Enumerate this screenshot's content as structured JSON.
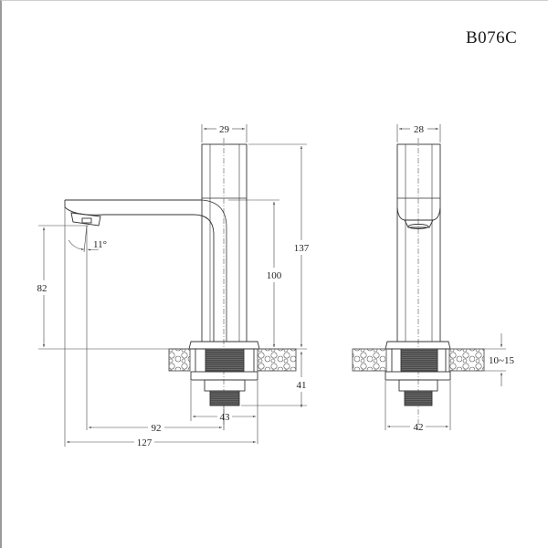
{
  "drawing": {
    "model_code": "B076C",
    "views": [
      "front-elevation",
      "side-elevation"
    ],
    "dimensions": {
      "body_width_front": "29",
      "body_width_side": "28",
      "total_height": "137",
      "spout_height": "100",
      "spout_outlet_height": "82",
      "spray_angle": "11°",
      "shank_length": "41",
      "spout_reach": "92",
      "base_diameter_front": "43",
      "overall_length": "127",
      "base_diameter_side": "42",
      "countertop_thickness": "10~15"
    },
    "colors": {
      "line": "#333333",
      "thread_fill": "#4a4a4a",
      "border": "#9a9a9a"
    }
  }
}
